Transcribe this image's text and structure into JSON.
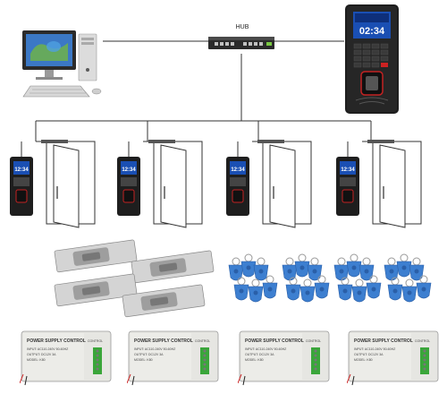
{
  "hub": {
    "label": "HUB"
  },
  "main_terminal": {
    "time": "02:34"
  },
  "door_units": [
    {
      "time": "12:34"
    },
    {
      "time": "12:34"
    },
    {
      "time": "12:34"
    },
    {
      "time": "12:34"
    }
  ],
  "power_supplies": [
    {
      "title": "POWER SUPPLY CONTROL",
      "input": "INPUT: AC110-240V 50-60HZ",
      "output": "OUTPUT: DC12V 3A",
      "model": "MODEL: K80",
      "side": "CONTROL"
    },
    {
      "title": "POWER SUPPLY CONTROL",
      "input": "INPUT: AC110-240V 50-60HZ",
      "output": "OUTPUT: DC12V 3A",
      "model": "MODEL: K80",
      "side": "CONTROL"
    },
    {
      "title": "POWER SUPPLY CONTROL",
      "input": "INPUT: AC110-240V 50-60HZ",
      "output": "OUTPUT: DC12V 3A",
      "model": "MODEL: K80",
      "side": "CONTROL"
    },
    {
      "title": "POWER SUPPLY CONTROL",
      "input": "INPUT: AC110-240V 50-60HZ",
      "output": "OUTPUT: DC12V 3A",
      "model": "MODEL: K80",
      "side": "CONTROL"
    }
  ],
  "colors": {
    "keyfob": "#3d7fd0",
    "lock_metal": "#c9c9c9",
    "terminal_body": "#1e1e1e",
    "screen_blue": "#1a4fb3",
    "psu_body": "#e6e6e2"
  }
}
